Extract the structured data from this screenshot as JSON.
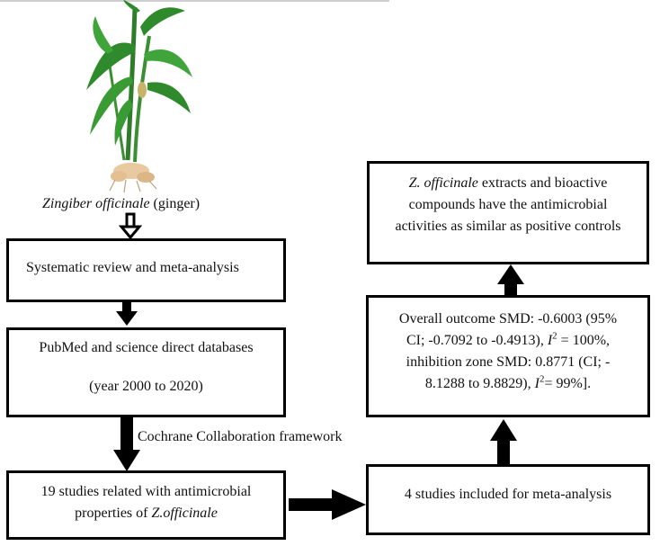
{
  "plant": {
    "name_italic": "Zingiber officinale",
    "name_suffix": " (ginger)"
  },
  "boxes": {
    "systematic": "Systematic review and meta-analysis",
    "databases_line1": "PubMed and science direct databases",
    "databases_line2": "(year 2000 to 2020)",
    "studies19_line1": "19 studies related with antimicrobial",
    "studies19_line2_prefix": "properties of ",
    "studies19_line2_italic": "Z.officinale",
    "studies4": "4 studies included for meta-analysis",
    "outcome_line1": "Overall outcome SMD: -0.6003 (95%",
    "outcome_line2_prefix": "CI; -0.7092 to -0.4913), ",
    "outcome_line2_i": "I",
    "outcome_line2_sup": "2",
    "outcome_line2_suffix": " = 100%,",
    "outcome_line3": "inhibition zone SMD: 0.8771 (CI; -",
    "outcome_line4_prefix": "8.1288 to 9.8829), ",
    "outcome_line4_i": "I",
    "outcome_line4_sup": "2",
    "outcome_line4_suffix": "= 99%].",
    "conclusion_line1_italic": "Z. officinale",
    "conclusion_line1_suffix": " extracts and bioactive",
    "conclusion_line2": "compounds have the antimicrobial",
    "conclusion_line3": "activities as similar as positive controls"
  },
  "framework_label": "Cochrane Collaboration framework"
}
